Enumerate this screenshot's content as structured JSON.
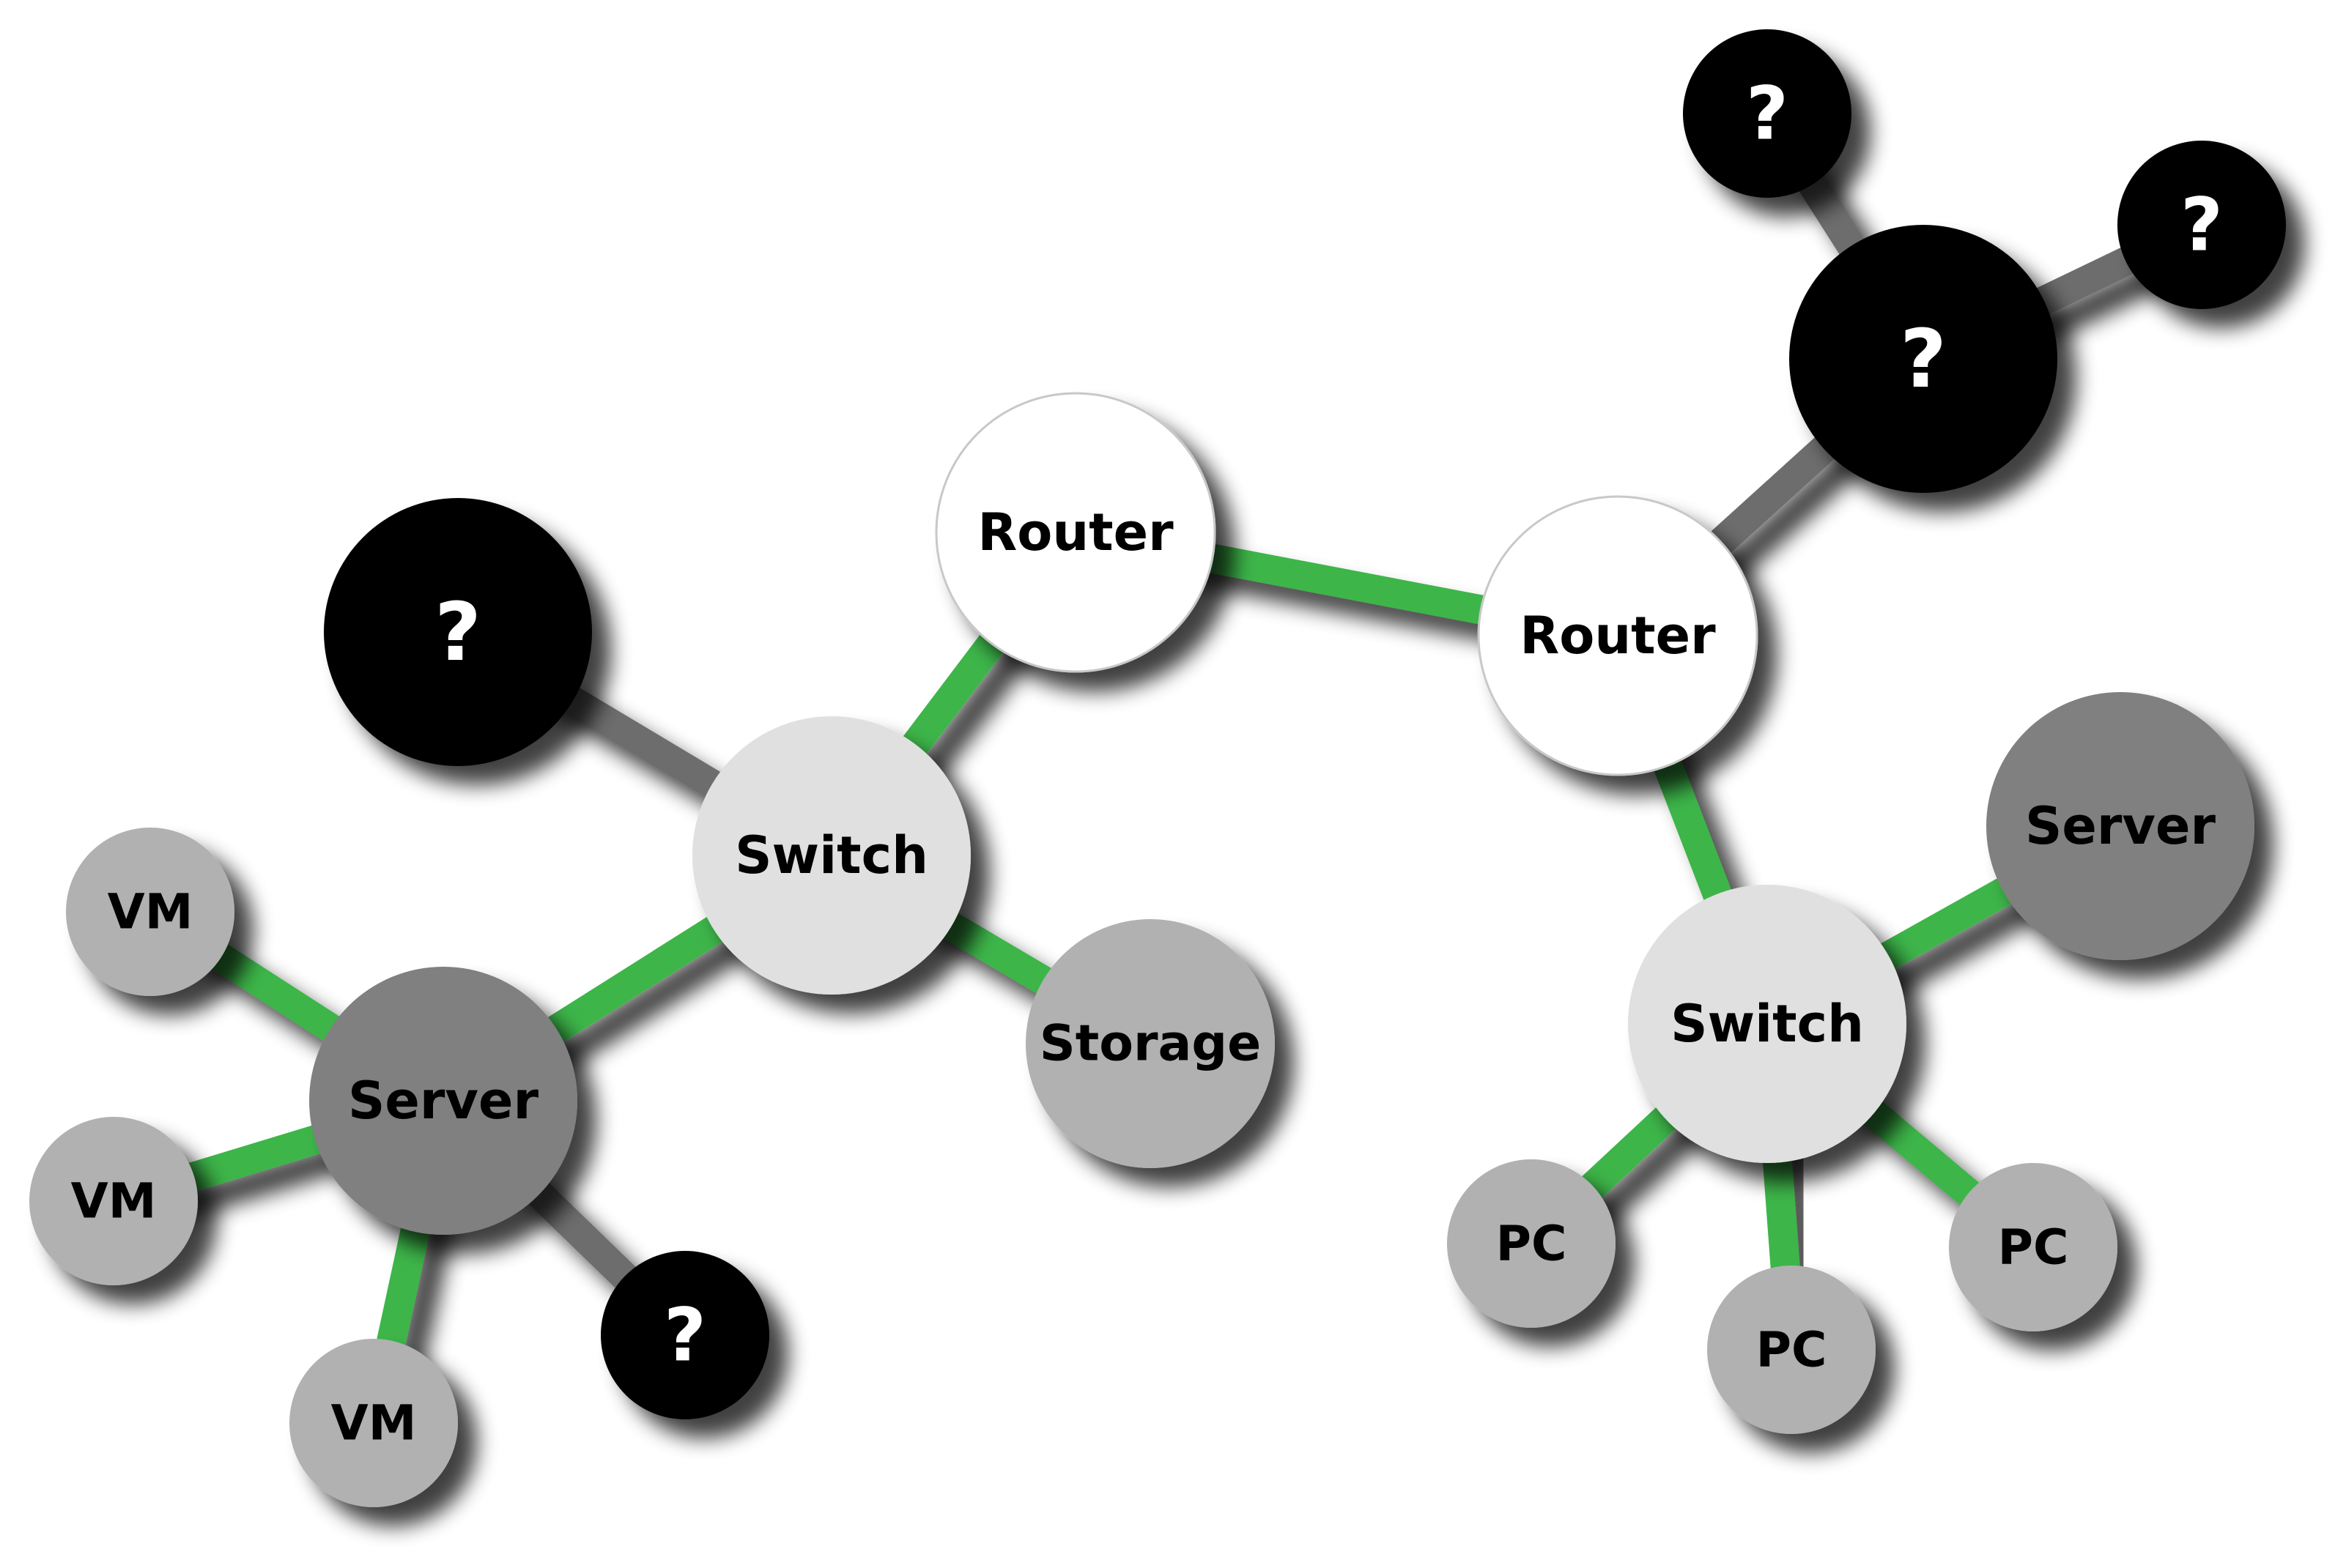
{
  "colors": {
    "link_active": "#3db54a",
    "link_unknown": "#6d6d6d",
    "router": "#ffffff",
    "switch": "#e0e0e0",
    "server": "#808080",
    "endpoint": "#b1b1b1",
    "unknown": "#000000",
    "label_dark": "#000000",
    "label_light": "#ffffff"
  },
  "nodes": [
    {
      "id": "router-left",
      "type": "router",
      "label": "Router"
    },
    {
      "id": "router-right",
      "type": "router",
      "label": "Router"
    },
    {
      "id": "switch-left",
      "type": "switch",
      "label": "Switch"
    },
    {
      "id": "switch-right",
      "type": "switch",
      "label": "Switch"
    },
    {
      "id": "server-left",
      "type": "server",
      "label": "Server"
    },
    {
      "id": "server-right",
      "type": "server",
      "label": "Server"
    },
    {
      "id": "storage",
      "type": "endpoint",
      "label": "Storage"
    },
    {
      "id": "vm-1",
      "type": "endpoint",
      "label": "VM"
    },
    {
      "id": "vm-2",
      "type": "endpoint",
      "label": "VM"
    },
    {
      "id": "vm-3",
      "type": "endpoint",
      "label": "VM"
    },
    {
      "id": "pc-1",
      "type": "endpoint",
      "label": "PC"
    },
    {
      "id": "pc-2",
      "type": "endpoint",
      "label": "PC"
    },
    {
      "id": "pc-3",
      "type": "endpoint",
      "label": "PC"
    },
    {
      "id": "unknown-1",
      "type": "unknown",
      "label": "?"
    },
    {
      "id": "unknown-2",
      "type": "unknown",
      "label": "?"
    },
    {
      "id": "unknown-3",
      "type": "unknown",
      "label": "?"
    },
    {
      "id": "unknown-4",
      "type": "unknown",
      "label": "?"
    },
    {
      "id": "unknown-5",
      "type": "unknown",
      "label": "?"
    }
  ],
  "links": [
    {
      "from": "router-left",
      "to": "router-right",
      "status": "active"
    },
    {
      "from": "router-left",
      "to": "switch-left",
      "status": "active"
    },
    {
      "from": "router-right",
      "to": "switch-right",
      "status": "active"
    },
    {
      "from": "router-right",
      "to": "unknown-3",
      "status": "unknown"
    },
    {
      "from": "unknown-3",
      "to": "unknown-4",
      "status": "unknown"
    },
    {
      "from": "unknown-3",
      "to": "unknown-5",
      "status": "unknown"
    },
    {
      "from": "switch-left",
      "to": "unknown-1",
      "status": "unknown"
    },
    {
      "from": "switch-left",
      "to": "server-left",
      "status": "active"
    },
    {
      "from": "switch-left",
      "to": "storage",
      "status": "active"
    },
    {
      "from": "server-left",
      "to": "vm-1",
      "status": "active"
    },
    {
      "from": "server-left",
      "to": "vm-2",
      "status": "active"
    },
    {
      "from": "server-left",
      "to": "vm-3",
      "status": "active"
    },
    {
      "from": "server-left",
      "to": "unknown-2",
      "status": "unknown"
    },
    {
      "from": "switch-right",
      "to": "server-right",
      "status": "active"
    },
    {
      "from": "switch-right",
      "to": "pc-1",
      "status": "active"
    },
    {
      "from": "switch-right",
      "to": "pc-2",
      "status": "active"
    },
    {
      "from": "switch-right",
      "to": "pc-3",
      "status": "active"
    }
  ]
}
